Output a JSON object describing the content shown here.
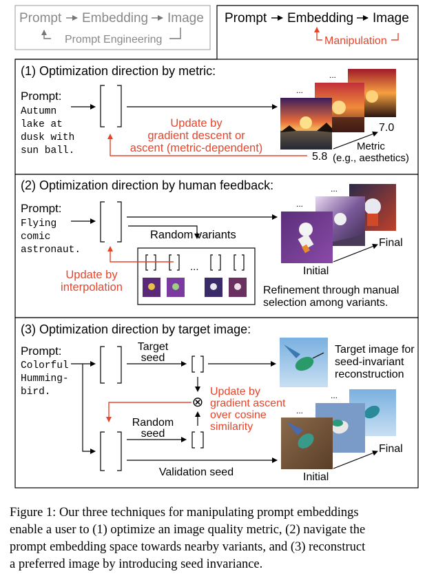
{
  "header": {
    "left_prompt": "Prompt",
    "left_embedding": "Embedding",
    "left_image": "Image",
    "left_sub": "Prompt Engineering",
    "right_prompt": "Prompt",
    "right_embedding": "Embedding",
    "right_image": "Image",
    "right_sub": "Manipulation"
  },
  "panel1": {
    "title": "(1) Optimization direction by metric:",
    "prompt_label": "Prompt:",
    "prompt_lines": [
      "Autumn",
      "lake at",
      "dusk with",
      "sun ball."
    ],
    "update_lines": [
      "Update by",
      "gradient descent or",
      "ascent (metric-dependent)"
    ],
    "dots1": "...",
    "dots2": "...",
    "metric_low": "5.8",
    "metric_high": "7.0",
    "metric_label": "Metric",
    "metric_sub": "(e.g., aesthetics)"
  },
  "panel2": {
    "title": "(2) Optimization direction by human feedback:",
    "prompt_label": "Prompt:",
    "prompt_lines": [
      "Flying",
      "comic",
      "astronaut."
    ],
    "random_variants": "Random variants",
    "update_lines": [
      "Update by",
      "interpolation"
    ],
    "ellipsis": "...",
    "dots1": "...",
    "dots2": "...",
    "final": "Final",
    "initial": "Initial",
    "refinement_lines": [
      "Refinement through manual",
      "selection among variants."
    ]
  },
  "panel3": {
    "title": "(3) Optimization direction by target image:",
    "prompt_label": "Prompt:",
    "prompt_lines": [
      "Colorful",
      "Humming-",
      "bird."
    ],
    "target_seed_lines": [
      "Target",
      "seed"
    ],
    "random_seed_lines": [
      "Random",
      "seed"
    ],
    "update_lines": [
      "Update by",
      "gradient ascent",
      "over cosine",
      "similarity"
    ],
    "otimes": "⊗",
    "target_image_lines": [
      "Target image for",
      "seed-invariant",
      "reconstruction"
    ],
    "validation_seed": "Validation seed",
    "dots1": "...",
    "dots2": "...",
    "final": "Final",
    "initial": "Initial"
  },
  "caption": {
    "lines": [
      "Figure 1: Our three techniques for manipulating prompt embeddings",
      "enable a user to (1) optimize an image quality metric, (2) navigate the",
      "prompt embedding space towards nearby variants, and (3) reconstruct",
      "a preferred image by introducing seed invariance."
    ]
  },
  "colors": {
    "accent": "#e8442a",
    "border": "#000000",
    "gray": "#777777"
  }
}
